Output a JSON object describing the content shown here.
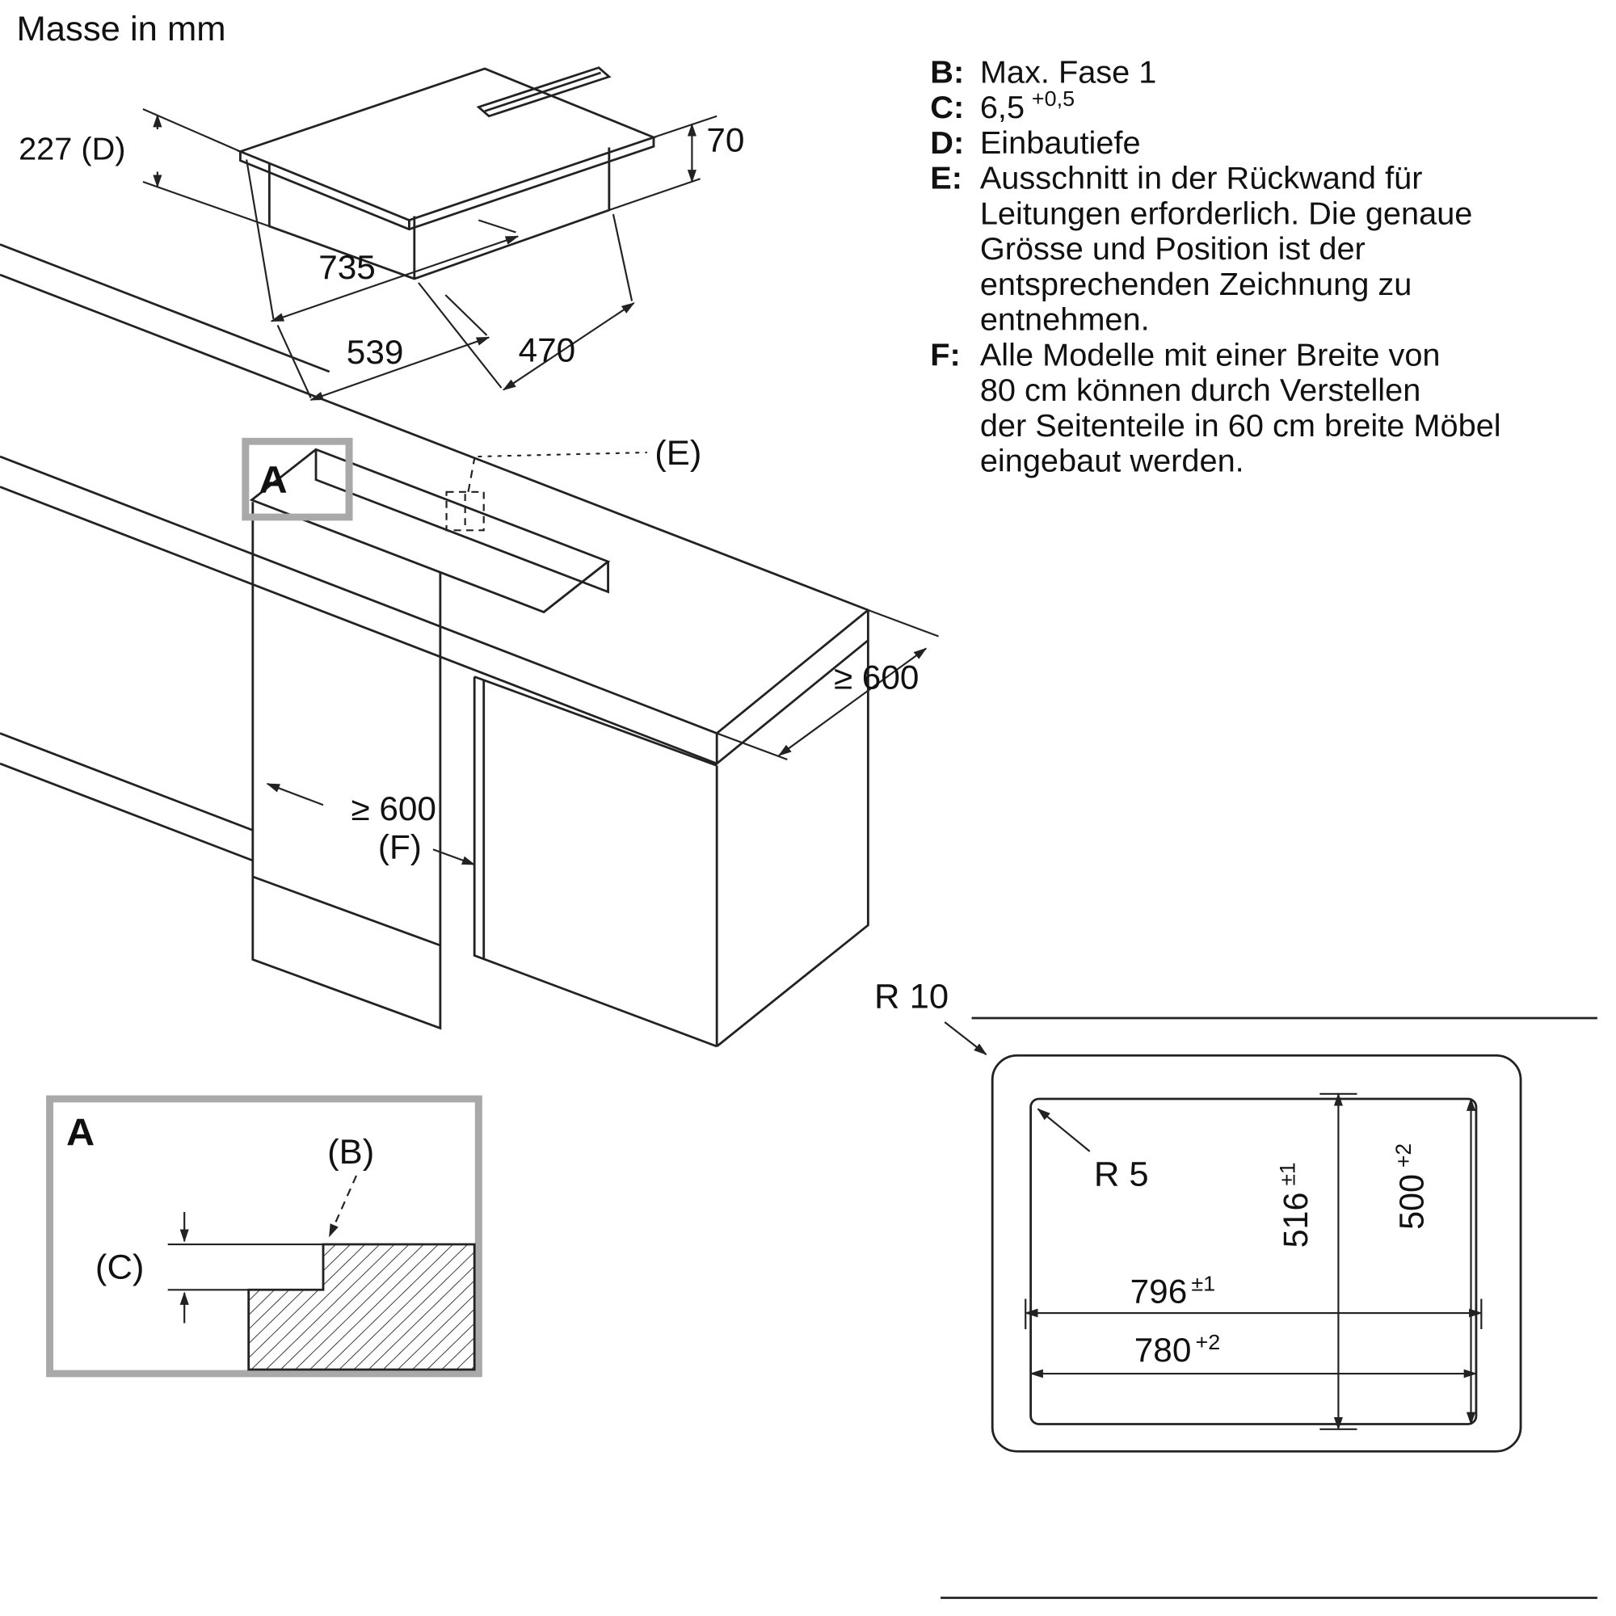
{
  "title": "Masse in mm",
  "hob_dims": {
    "height": "227 (D)",
    "top_height": "70",
    "width": "735",
    "depth_glass": "539",
    "depth_body": "470"
  },
  "counter": {
    "corner_label": "A",
    "wall_cutout_label": "(E)",
    "depth_dim": "≥ 600",
    "width_dim": "≥ 600",
    "width_note": "(F)"
  },
  "legend": {
    "items": [
      {
        "key": "B:",
        "text": "Max. Fase 1"
      },
      {
        "key": "C:",
        "text": "6,5",
        "sup": "+0,5"
      },
      {
        "key": "D:",
        "text": "Einbautiefe"
      },
      {
        "key": "E:",
        "lines": [
          "Ausschnitt in der Rückwand für",
          "Leitungen erforderlich. Die genaue",
          "Grösse und Position ist der",
          "entsprechenden Zeichnung zu",
          "entnehmen."
        ]
      },
      {
        "key": "F:",
        "lines": [
          "Alle Modelle mit einer Breite von",
          "80 cm können durch Verstellen",
          "der Seitenteile in 60 cm breite Möbel",
          "eingebaut werden."
        ]
      }
    ]
  },
  "detail_a": {
    "label": "A",
    "fase_label": "(B)",
    "gap_label": "(C)"
  },
  "cutout_view": {
    "outer_radius": "R 10",
    "inner_radius": "R 5",
    "depth_appliance": {
      "value": "516",
      "tol": "±1"
    },
    "depth_cutout": {
      "value": "500",
      "tol": "+2"
    },
    "width_appliance": {
      "value": "796",
      "tol": "±1"
    },
    "width_cutout": {
      "value": "780",
      "tol": "+2"
    }
  }
}
